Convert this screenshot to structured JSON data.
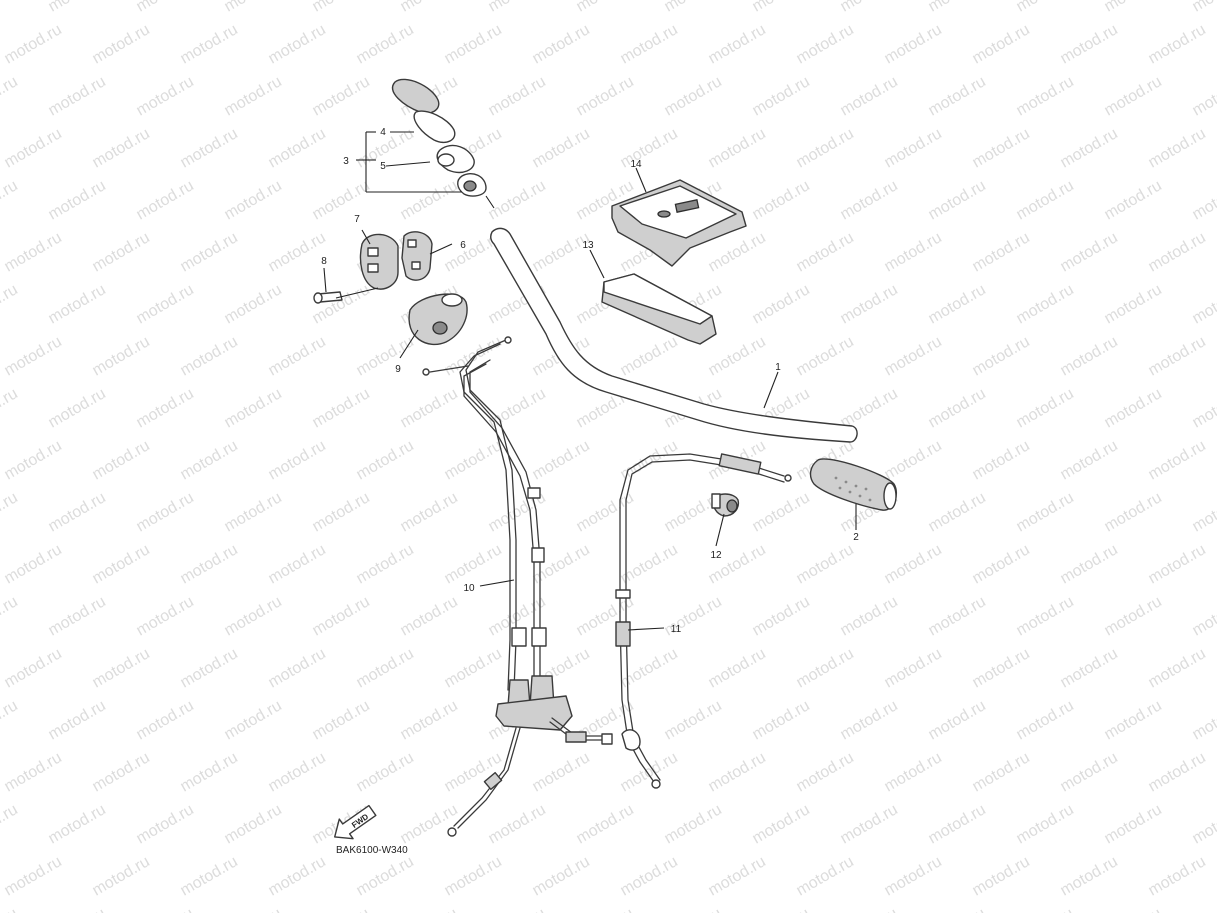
{
  "diagram": {
    "watermark_text": "motod.ru",
    "drawing_code": "BAK6100-W340",
    "fwd_label": "FWD",
    "callouts": [
      "1",
      "2",
      "3",
      "4",
      "5",
      "6",
      "7",
      "8",
      "9",
      "10",
      "11",
      "12",
      "13",
      "14"
    ],
    "colors": {
      "line": "#3a3a3a",
      "watermark": "#dcdcdc",
      "background": "#ffffff"
    }
  }
}
